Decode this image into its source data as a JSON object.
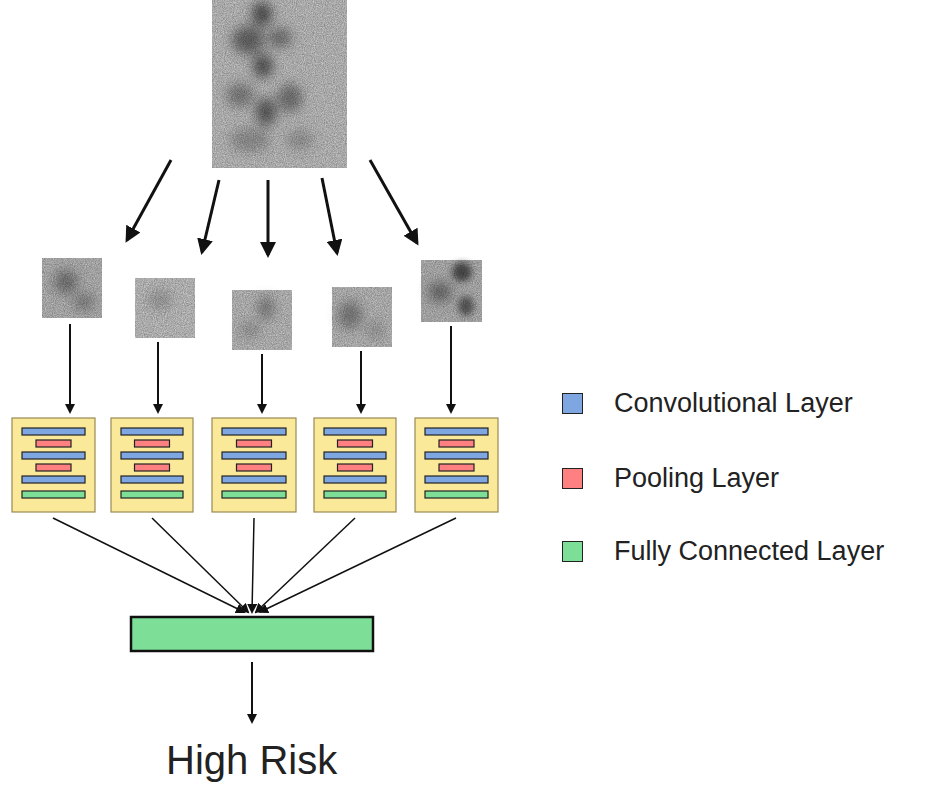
{
  "diagram": {
    "labels": [
      "High Risk"
    ],
    "legend": [
      {
        "text": "Convolutional Layer",
        "color": "#7ea6e0"
      },
      {
        "text": "Pooling Layer",
        "color": "#ff8080"
      },
      {
        "text": "Fully Connected Layer",
        "color": "#7ddf97"
      }
    ]
  }
}
